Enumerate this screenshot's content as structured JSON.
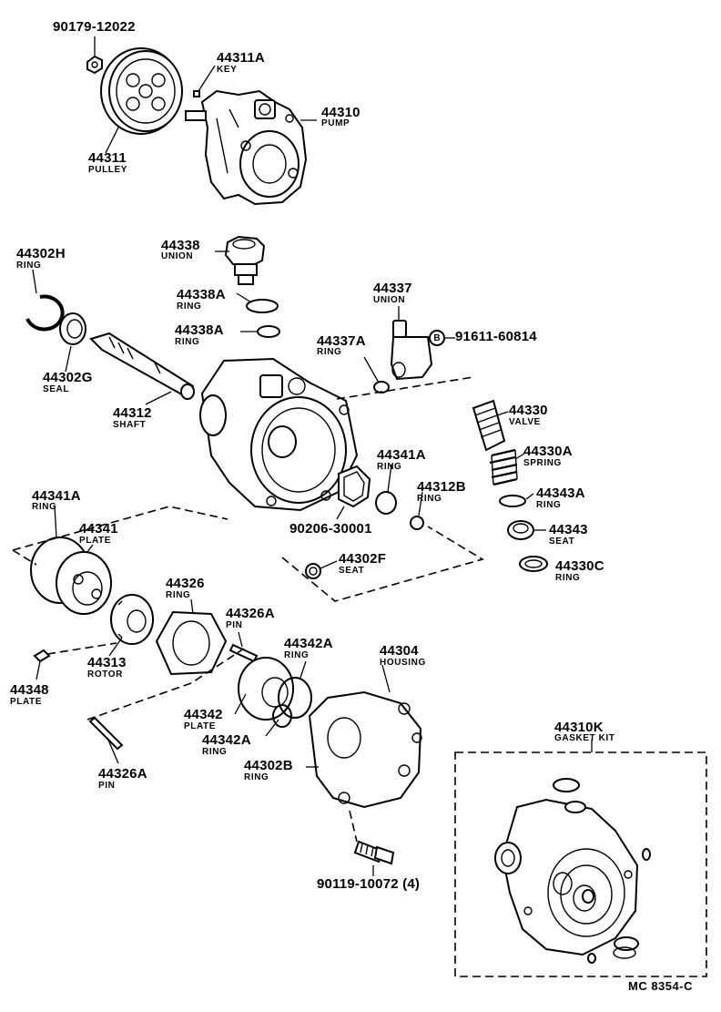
{
  "parts": [
    {
      "id": "p1",
      "number": "90179-12022",
      "name": ""
    },
    {
      "id": "p2",
      "number": "44311A",
      "name": "KEY"
    },
    {
      "id": "p3",
      "number": "44310",
      "name": "PUMP"
    },
    {
      "id": "p4",
      "number": "44311",
      "name": "PULLEY"
    },
    {
      "id": "p5",
      "number": "44302H",
      "name": "RING"
    },
    {
      "id": "p6",
      "number": "44338",
      "name": "UNION"
    },
    {
      "id": "p7",
      "number": "44338A",
      "name": "RING"
    },
    {
      "id": "p8",
      "number": "44338A",
      "name": "RING"
    },
    {
      "id": "p9",
      "number": "44337",
      "name": "UNION"
    },
    {
      "id": "p10",
      "number": "91611-60814",
      "name": "",
      "marker": "B"
    },
    {
      "id": "p11",
      "number": "44337A",
      "name": "RING"
    },
    {
      "id": "p12",
      "number": "44302G",
      "name": "SEAL"
    },
    {
      "id": "p13",
      "number": "44312",
      "name": "SHAFT"
    },
    {
      "id": "p14",
      "number": "44330",
      "name": "VALVE"
    },
    {
      "id": "p15",
      "number": "44330A",
      "name": "SPRING"
    },
    {
      "id": "p16",
      "number": "44341A",
      "name": "RING"
    },
    {
      "id": "p17",
      "number": "44312B",
      "name": "RING"
    },
    {
      "id": "p18",
      "number": "44343A",
      "name": "RING"
    },
    {
      "id": "p19",
      "number": "44343",
      "name": "SEAT"
    },
    {
      "id": "p20",
      "number": "90206-30001",
      "name": ""
    },
    {
      "id": "p21",
      "number": "44302F",
      "name": "SEAT"
    },
    {
      "id": "p22",
      "number": "44330C",
      "name": "RING"
    },
    {
      "id": "p23",
      "number": "44341A",
      "name": "RING"
    },
    {
      "id": "p24",
      "number": "44341",
      "name": "PLATE"
    },
    {
      "id": "p25",
      "number": "44326",
      "name": "RING"
    },
    {
      "id": "p26",
      "number": "44326A",
      "name": "PIN"
    },
    {
      "id": "p27",
      "number": "44342A",
      "name": "RING"
    },
    {
      "id": "p28",
      "number": "44304",
      "name": "HOUSING"
    },
    {
      "id": "p29",
      "number": "44313",
      "name": "ROTOR"
    },
    {
      "id": "p30",
      "number": "44348",
      "name": "PLATE"
    },
    {
      "id": "p31",
      "number": "44342",
      "name": "PLATE"
    },
    {
      "id": "p32",
      "number": "44342A",
      "name": "RING"
    },
    {
      "id": "p33",
      "number": "44302B",
      "name": "RING"
    },
    {
      "id": "p34",
      "number": "44310K",
      "name": "GASKET KIT"
    },
    {
      "id": "p35",
      "number": "44326A",
      "name": "PIN"
    },
    {
      "id": "p36",
      "number": "90119-10072 (4)",
      "name": ""
    }
  ],
  "drawing_code": "MC 8354-C"
}
